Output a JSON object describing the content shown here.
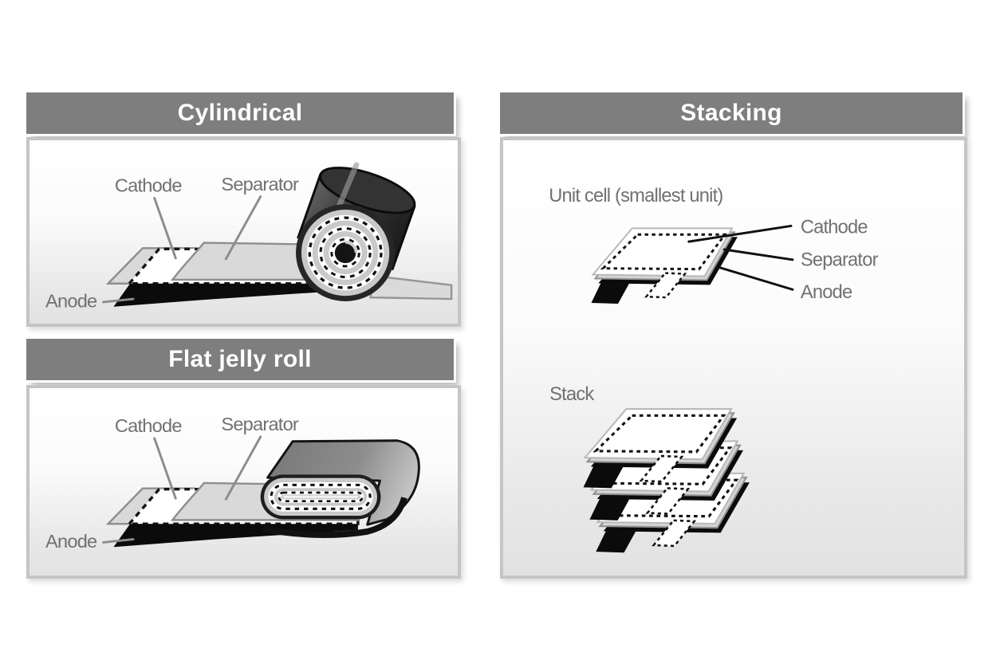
{
  "panels": {
    "cylindrical": {
      "title": "Cylindrical",
      "labels": {
        "cathode": "Cathode",
        "separator": "Separator",
        "anode": "Anode"
      }
    },
    "flat_jelly_roll": {
      "title": "Flat jelly roll",
      "labels": {
        "cathode": "Cathode",
        "separator": "Separator",
        "anode": "Anode"
      }
    },
    "stacking": {
      "title": "Stacking",
      "captions": {
        "unit_cell": "Unit cell (smallest unit)",
        "stack": "Stack"
      },
      "labels": {
        "cathode": "Cathode",
        "separator": "Separator",
        "anode": "Anode"
      }
    }
  },
  "colors": {
    "header_bg": "#7e7e7e",
    "header_text": "#ffffff",
    "panel_border": "#c5c5c5",
    "panel_bg_top": "#ffffff",
    "panel_bg_bottom": "#e2e2e2",
    "label_text": "#717171",
    "leader_line_gray": "#8c8c8c",
    "leader_line_black": "#111111",
    "separator_sheet_gray": "#d9d9d9",
    "anode_black": "#0b0b0b",
    "cylinder_dark": "#3a3a3a",
    "flat_roll_gray": "#8d8d8d"
  }
}
